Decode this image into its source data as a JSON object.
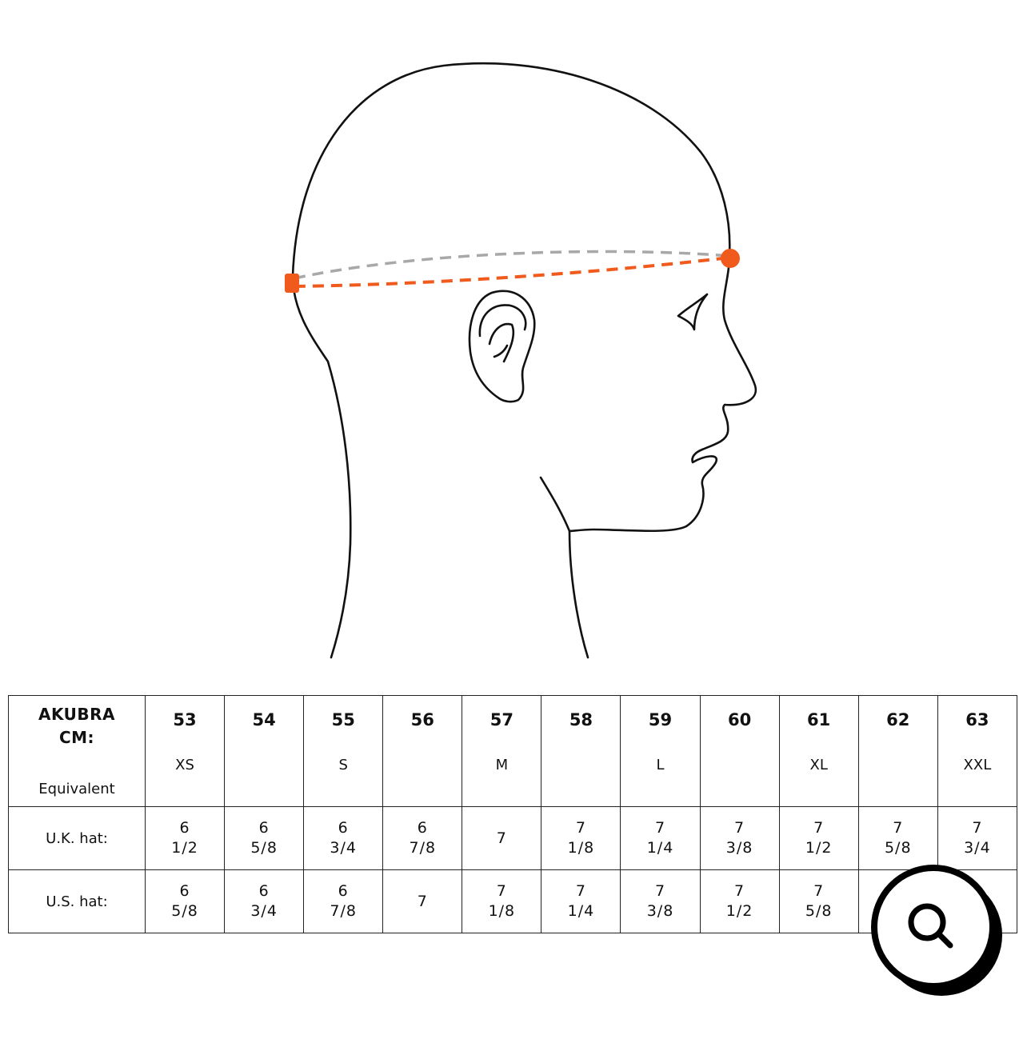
{
  "illustration": {
    "icon": "head-profile-measurement-icon",
    "colors": {
      "line": "#111111",
      "front_dash": "#f05a1c",
      "back_dash": "#a8a8a8",
      "marker": "#f05a1c"
    }
  },
  "size_table": {
    "brand_line1": "AKUBRA",
    "brand_line2": "CM:",
    "equivalent_label": "Equivalent",
    "uk_label": "U.K. hat:",
    "us_label": "U.S. hat:",
    "columns": [
      {
        "cm": "53",
        "letter": "XS",
        "uk_whole": "6",
        "uk_frac": "1/2",
        "us_whole": "6",
        "us_frac": "5/8"
      },
      {
        "cm": "54",
        "letter": "",
        "uk_whole": "6",
        "uk_frac": "5/8",
        "us_whole": "6",
        "us_frac": "3/4"
      },
      {
        "cm": "55",
        "letter": "S",
        "uk_whole": "6",
        "uk_frac": "3/4",
        "us_whole": "6",
        "us_frac": "7/8"
      },
      {
        "cm": "56",
        "letter": "",
        "uk_whole": "6",
        "uk_frac": "7/8",
        "us_whole": "7",
        "us_frac": ""
      },
      {
        "cm": "57",
        "letter": "M",
        "uk_whole": "7",
        "uk_frac": "",
        "us_whole": "7",
        "us_frac": "1/8"
      },
      {
        "cm": "58",
        "letter": "",
        "uk_whole": "7",
        "uk_frac": "1/8",
        "us_whole": "7",
        "us_frac": "1/4"
      },
      {
        "cm": "59",
        "letter": "L",
        "uk_whole": "7",
        "uk_frac": "1/4",
        "us_whole": "7",
        "us_frac": "3/8"
      },
      {
        "cm": "60",
        "letter": "",
        "uk_whole": "7",
        "uk_frac": "3/8",
        "us_whole": "7",
        "us_frac": "1/2"
      },
      {
        "cm": "61",
        "letter": "XL",
        "uk_whole": "7",
        "uk_frac": "1/2",
        "us_whole": "7",
        "us_frac": "5/8"
      },
      {
        "cm": "62",
        "letter": "",
        "uk_whole": "7",
        "uk_frac": "5/8",
        "us_whole": "",
        "us_frac": ""
      },
      {
        "cm": "63",
        "letter": "XXL",
        "uk_whole": "7",
        "uk_frac": "3/4",
        "us_whole": "",
        "us_frac": ""
      }
    ]
  },
  "zoom_button": {
    "icon": "magnifier-icon"
  }
}
